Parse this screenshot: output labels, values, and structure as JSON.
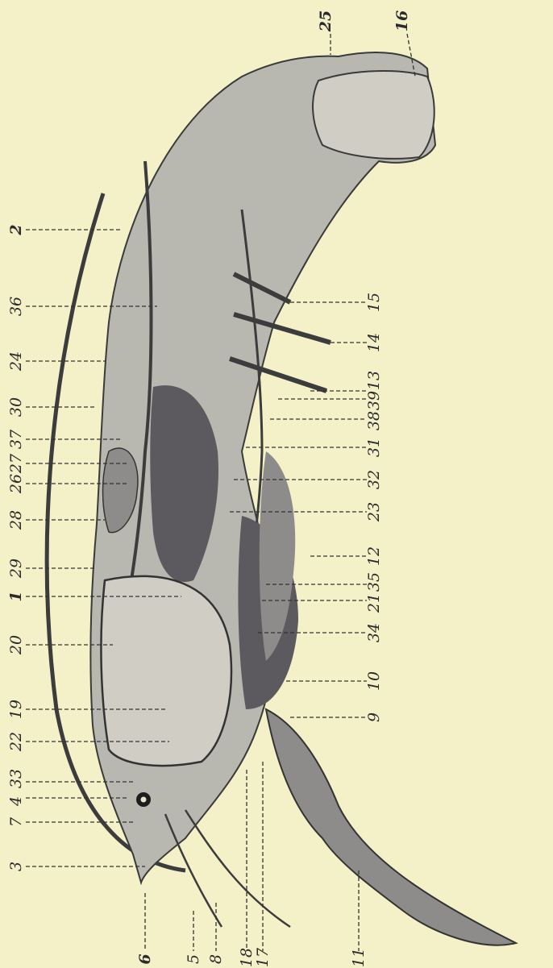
{
  "figure": {
    "background": "#f4f0c8",
    "ink": "#2a2a2a",
    "labels_left": [
      "6",
      "5",
      "8",
      "18",
      "17",
      "11"
    ],
    "labels_top": [
      "3",
      "7",
      "4",
      "33",
      "22",
      "19",
      "20",
      "1",
      "29",
      "28",
      "26",
      "27",
      "37",
      "30",
      "24",
      "36",
      "2",
      "25",
      "16"
    ],
    "labels_bottom": [
      "9",
      "10",
      "34",
      "21",
      "35",
      "12",
      "23",
      "32",
      "31",
      "38",
      "39",
      "13",
      "14",
      "15"
    ]
  }
}
